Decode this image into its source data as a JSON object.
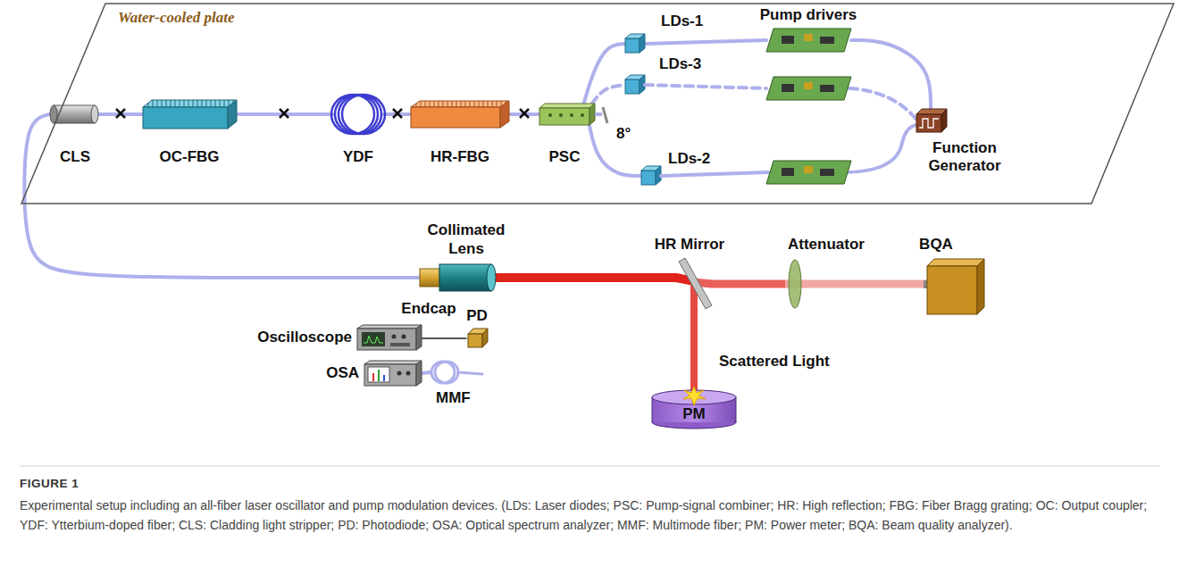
{
  "diagram": {
    "title": "FIGURE 1",
    "caption": "Experimental setup including an all-fiber laser oscillator and pump modulation devices. (LDs: Laser diodes; PSC: Pump-signal combiner; HR: High reflection; FBG: Fiber Bragg grating; OC: Output coupler; YDF: Ytterbium-doped fiber; CLS: Cladding light stripper; PD: Photodiode; OSA: Optical spectrum analyzer; MMF: Multimode fiber; PM: Power meter; BQA: Beam quality analyzer).",
    "nodes": [
      {
        "text": [
          "Water-cooled plate"
        ]
      },
      {
        "text": [
          "CLS"
        ],
        "in": 0
      },
      {
        "text": [
          "OC-FBG"
        ],
        "in": 0
      },
      {
        "text": [
          "YDF"
        ],
        "in": 0
      },
      {
        "text": [
          "HR-FBG"
        ],
        "in": 0
      },
      {
        "text": [
          "PSC"
        ],
        "in": 0
      },
      {
        "text": [
          "LDs-1"
        ],
        "in": 0
      },
      {
        "text": [
          "LDs-3"
        ],
        "in": 0
      },
      {
        "text": [
          "LDs-2"
        ],
        "in": 0
      },
      {
        "text": [
          "Pump drivers"
        ],
        "in": 0
      },
      {
        "text": [
          "Function Generator"
        ],
        "in": 0
      },
      {
        "text": [
          "Endcap"
        ]
      },
      {
        "text": [
          "Collimated Lens"
        ]
      },
      {
        "text": [
          "HR Mirror"
        ]
      },
      {
        "text": [
          "Attenuator"
        ]
      },
      {
        "text": [
          "BQA"
        ]
      },
      {
        "text": [
          "Oscilloscope"
        ]
      },
      {
        "text": [
          "PD"
        ]
      },
      {
        "text": [
          "OSA"
        ]
      },
      {
        "text": [
          "MMF"
        ]
      },
      {
        "text": [
          "PM"
        ]
      }
    ],
    "edges": [
      {
        "from": 1,
        "to": 2,
        "arrow": "none"
      },
      {
        "from": 2,
        "to": 3,
        "arrow": "none"
      },
      {
        "from": 3,
        "to": 4,
        "arrow": "none"
      },
      {
        "from": 4,
        "to": 5,
        "arrow": "none"
      },
      {
        "from": 5,
        "to": 6,
        "arrow": "none"
      },
      {
        "from": 5,
        "to": 7,
        "arrow": "none"
      },
      {
        "from": 5,
        "to": 8,
        "arrow": "none"
      },
      {
        "from": 6,
        "to": 9,
        "arrow": "none"
      },
      {
        "from": 9,
        "to": 10,
        "arrow": "none"
      },
      {
        "from": 1,
        "to": 11,
        "arrow": "none"
      },
      {
        "from": 12,
        "to": 13,
        "arrow": "none"
      },
      {
        "from": 13,
        "to": 14,
        "arrow": "none"
      },
      {
        "from": 14,
        "to": 15,
        "arrow": "none"
      },
      {
        "from": 13,
        "to": 20,
        "arrow": "none"
      },
      {
        "from": 17,
        "to": 16,
        "arrow": "none"
      },
      {
        "from": 18,
        "to": 19,
        "arrow": "none"
      }
    ],
    "labels": [
      "8°",
      "Scattered Light"
    ]
  }
}
